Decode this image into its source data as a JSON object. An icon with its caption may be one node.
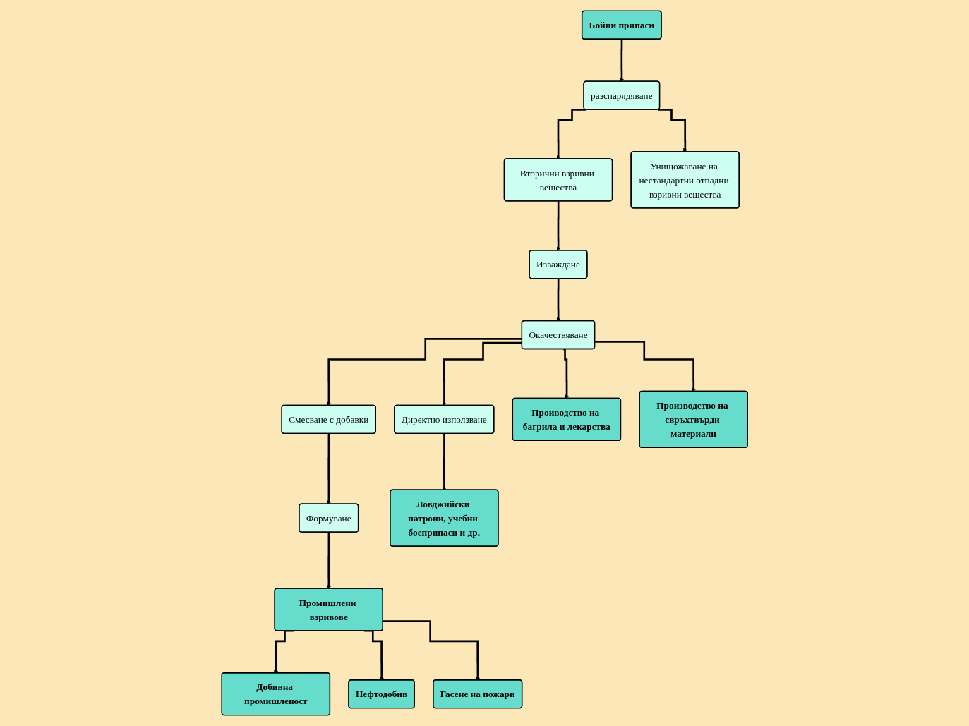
{
  "diagram": {
    "nodes": [
      {
        "text": [
          "Бойни припаси"
        ]
      },
      {
        "text": [
          "разснарядяване"
        ]
      },
      {
        "text": [
          "Вторични взривни вещества"
        ]
      },
      {
        "text": [
          "Унищожаване на нестандартни отпадни взривни вещества"
        ]
      },
      {
        "text": [
          "Изваждане"
        ]
      },
      {
        "text": [
          "Окачествяване"
        ]
      },
      {
        "text": [
          "Директно използване"
        ]
      },
      {
        "text": [
          "Смесване с добавки"
        ]
      },
      {
        "text": [
          "Формуване"
        ]
      },
      {
        "text": [
          "Ловджийски патрони, учебни боеприпаси и др."
        ]
      },
      {
        "text": [
          "Проиводство на багрила и лекарства"
        ]
      },
      {
        "text": [
          "Производство на свръхтвърди материали"
        ]
      },
      {
        "text": [
          "Промишлени взривове"
        ]
      },
      {
        "text": [
          "Добивна промишленост"
        ]
      },
      {
        "text": [
          "Нефтодобив"
        ]
      },
      {
        "text": [
          "Гасене на пожари"
        ]
      }
    ],
    "edges": [
      {
        "from": 0,
        "to": 1,
        "arrow": "to"
      },
      {
        "from": 1,
        "to": 2,
        "arrow": "to"
      },
      {
        "from": 1,
        "to": 3,
        "arrow": "to"
      },
      {
        "from": 2,
        "to": 4,
        "arrow": "to"
      },
      {
        "from": 4,
        "to": 5,
        "arrow": "to"
      },
      {
        "from": 5,
        "to": 6,
        "arrow": "to"
      },
      {
        "from": 5,
        "to": 10,
        "arrow": "to"
      },
      {
        "from": 5,
        "to": 11,
        "arrow": "to"
      },
      {
        "from": 5,
        "to": 7,
        "arrow": "to"
      },
      {
        "from": 7,
        "to": 8,
        "arrow": "to"
      },
      {
        "from": 6,
        "to": 9,
        "arrow": "to"
      },
      {
        "from": 8,
        "to": 12,
        "arrow": "to"
      },
      {
        "from": 12,
        "to": 13,
        "arrow": "to"
      },
      {
        "from": 12,
        "to": 14,
        "arrow": "to"
      },
      {
        "from": 12,
        "to": 15,
        "arrow": "to"
      }
    ]
  }
}
